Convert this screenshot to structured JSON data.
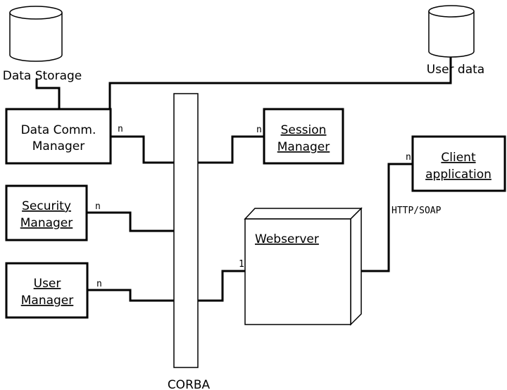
{
  "databases": {
    "data_storage": {
      "label": "Data Storage"
    },
    "user_data": {
      "label": "User data"
    }
  },
  "components": {
    "data_comm_manager": {
      "line1": "Data Comm.",
      "line2": "Manager"
    },
    "security_manager": {
      "line1": "Security",
      "line2": "Manager"
    },
    "user_manager": {
      "line1": "User",
      "line2": "Manager"
    },
    "session_manager": {
      "line1": "Session",
      "line2": "Manager"
    },
    "client_application": {
      "line1": "Client",
      "line2": "application"
    },
    "webserver": {
      "label": "Webserver"
    }
  },
  "bus": {
    "label": "CORBA"
  },
  "multiplicities": {
    "data_comm": "n",
    "security": "n",
    "user": "n",
    "session": "n",
    "client": "n",
    "webserver": "1"
  },
  "protocol": {
    "label": "HTTP/SOAP"
  }
}
